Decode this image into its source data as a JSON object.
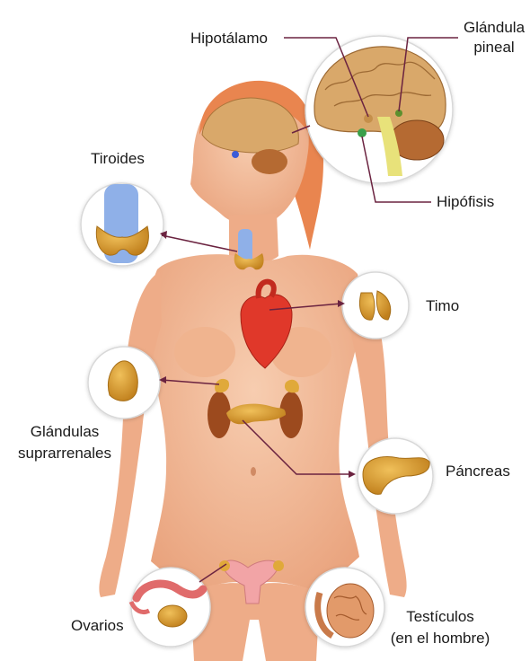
{
  "labels": {
    "hipotalamo": "Hipotálamo",
    "glandula_pineal_line1": "Glándula",
    "glandula_pineal_line2": "pineal",
    "tiroides": "Tiroides",
    "hipofisis": "Hipófisis",
    "timo": "Timo",
    "suprarrenales_line1": "Glándulas",
    "suprarrenales_line2": "suprarrenales",
    "pancreas": "Páncreas",
    "ovarios": "Ovarios",
    "testiculos_line1": "Testículos",
    "testiculos_line2": "(en el hombre)"
  },
  "colors": {
    "skin": "#f2b896",
    "skin_shadow": "#e39b74",
    "hair": "#e9854f",
    "brain": "#d9a86a",
    "cerebellum": "#b56a32",
    "gland": "#d79a2c",
    "kidney": "#9c4a1e",
    "heart": "#e0382a",
    "thyroid_cartilage": "#8fb0e8",
    "leader_line": "#6b2340",
    "circle_bg": "#ffffff",
    "circle_border": "#d8d8d8"
  }
}
